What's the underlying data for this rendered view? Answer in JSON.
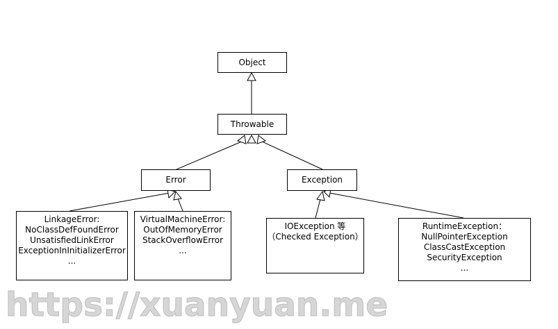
{
  "nodes": {
    "object": "Object",
    "throwable": "Throwable",
    "error": "Error",
    "exception": "Exception",
    "linkage": [
      "LinkageError:",
      "NoClassDefFoundError",
      "UnsatisfiedLinkError",
      "ExceptionInInitializerError",
      "..."
    ],
    "vm": [
      "VirtualMachineError:",
      "OutOfMemoryError",
      "StackOverflowError",
      "..."
    ],
    "io": [
      "IOException 等",
      "（Checked Exception）"
    ],
    "runtime": [
      "RuntimeException：",
      "NullPointerException",
      "ClassCastException",
      "SecurityException",
      "..."
    ]
  },
  "watermark": "https://xuanyuan.me"
}
